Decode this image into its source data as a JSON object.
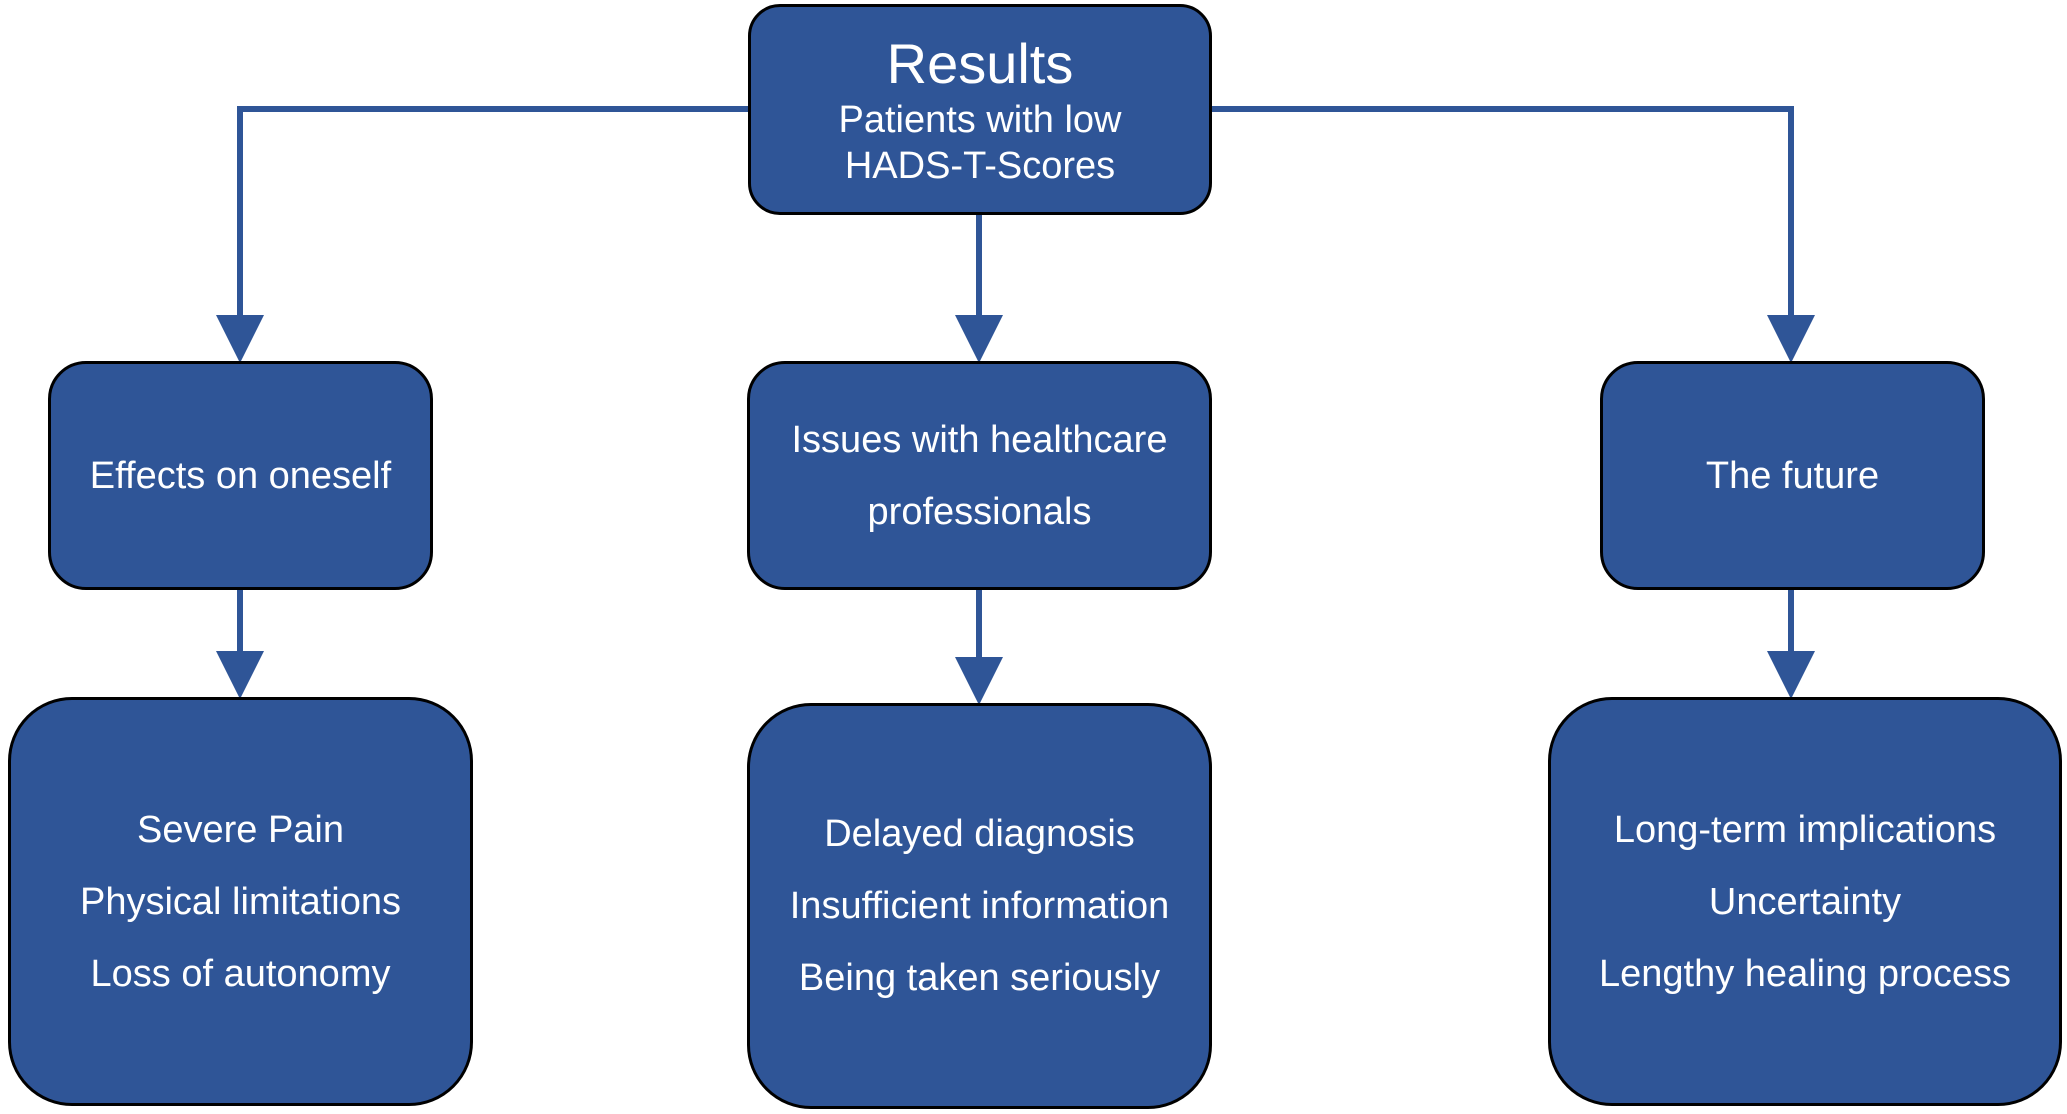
{
  "root": {
    "title": "Results",
    "subtitle_line1": "Patients with low",
    "subtitle_line2": "HADS-T-Scores"
  },
  "categories": [
    {
      "lines": [
        "Effects on oneself"
      ],
      "items": [
        "Severe Pain",
        "Physical limitations",
        "Loss of autonomy"
      ]
    },
    {
      "lines": [
        "Issues with healthcare",
        "professionals"
      ],
      "items": [
        "Delayed diagnosis",
        "Insufficient information",
        "Being taken seriously"
      ]
    },
    {
      "lines": [
        "The future"
      ],
      "items": [
        "Long-term implications",
        "Uncertainty",
        "Lengthy healing process"
      ]
    }
  ],
  "colors": {
    "box_fill": "#2F5597",
    "box_border": "#000000",
    "connector": "#2F5597",
    "text": "#FFFFFF"
  }
}
